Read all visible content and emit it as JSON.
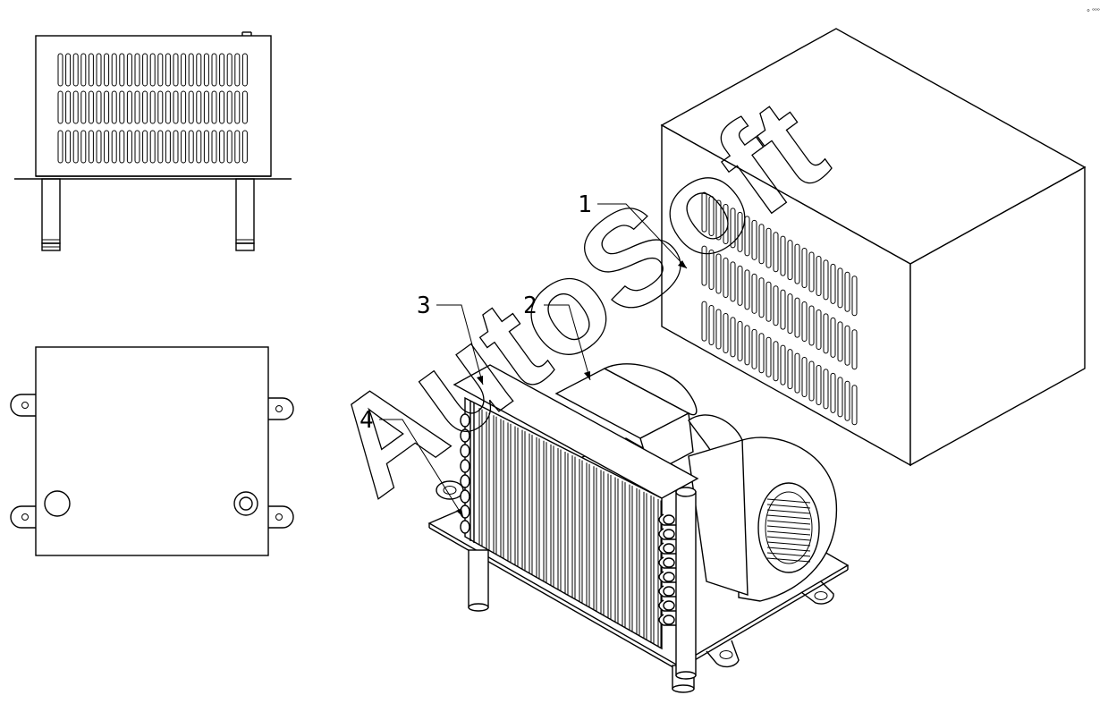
{
  "watermark": {
    "text": "AutoSoft"
  },
  "corner_mark": "⸰ ᵒᵒᵒ",
  "callouts": [
    {
      "id": "1",
      "label": "1"
    },
    {
      "id": "2",
      "label": "2"
    },
    {
      "id": "3",
      "label": "3"
    },
    {
      "id": "4",
      "label": "4"
    }
  ],
  "views": {
    "side_view": "side-view",
    "top_view": "top-view",
    "exploded_view": "isometric-exploded-view"
  },
  "colors": {
    "line": "#000000",
    "background": "#ffffff"
  }
}
